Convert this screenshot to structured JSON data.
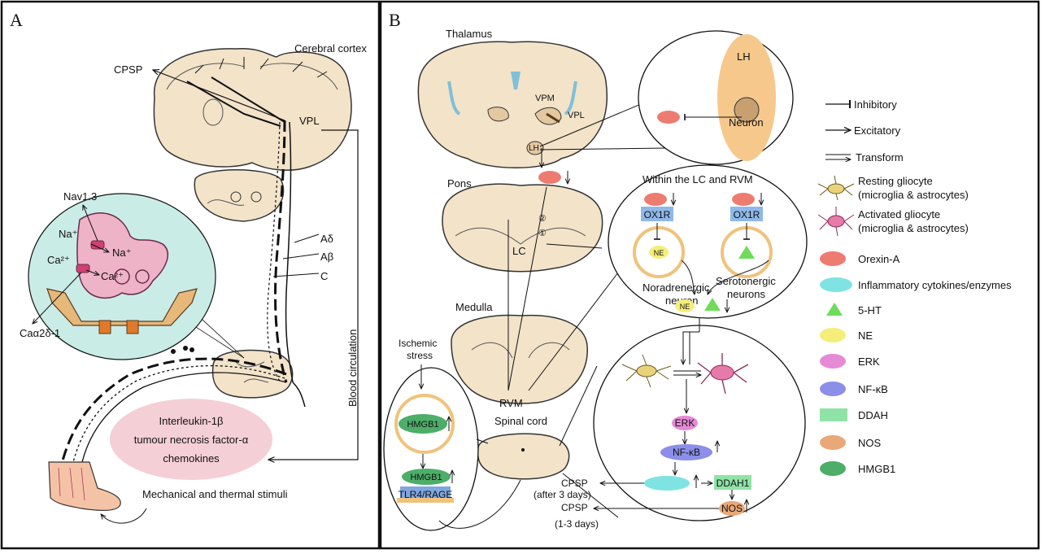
{
  "panelA": {
    "letter": "A",
    "labels": {
      "cerebral_cortex": "Cerebral cortex",
      "cpsp": "CPSP",
      "vpl": "VPL",
      "nav13": "Nav1.3",
      "na_in": "Na⁺",
      "na_out": "Na⁺",
      "ca_in": "Ca²⁺",
      "ca_out": "Ca²⁺",
      "ca_a2d1": "Caα2δ-1",
      "a_delta": "Aδ",
      "a_beta": "Aβ",
      "c_fiber": "C",
      "blood_circulation": "Blood circulation",
      "stimuli": "Mechanical and thermal stimuli"
    },
    "cytokines": [
      "Interleukin-1β",
      "tumour necrosis factor-α",
      "chemokines"
    ],
    "colors": {
      "cytokine_cloud": "#f3c7cf",
      "tissue": "#f2e3c9",
      "neuron": "#efb3c8",
      "synapse_bg": "#c9ece6"
    }
  },
  "panelB": {
    "letter": "B",
    "regions": {
      "thalamus": "Thalamus",
      "pons": "Pons",
      "medulla": "Medulla",
      "spinal_cord": "Spinal cord",
      "vpm": "VPM",
      "vpl": "VPL",
      "lh_small": "LH",
      "lc": "LC",
      "rvm": "RVM",
      "num1": "①",
      "num2": "②"
    },
    "lh_inset": {
      "lh": "LH",
      "neuron": "Neuron"
    },
    "lc_inset": {
      "title": "Within the LC and RVM",
      "receptor_left": "OX1R",
      "receptor_right": "OX1R",
      "ne": "NE",
      "ne_bottom": "NE",
      "noradrenergic": [
        "Noradrenergic",
        "neuron"
      ],
      "serotonergic": [
        "Serotonergic",
        "neurons"
      ]
    },
    "ischemic": {
      "stress": [
        "Ischemic",
        "stress"
      ],
      "hmgb1_top": "HMGB1",
      "hmgb1_bottom": "HMGB1",
      "receptor": "TLR4/RAGE"
    },
    "spinal_inset": {
      "erk": "ERK",
      "nfkb": "NF-κB",
      "ddah1": "DDAH1",
      "nos": "NOS",
      "cpsp_late": [
        "CPSP",
        "(after 3 days)"
      ],
      "cpsp_early": [
        "CPSP",
        "(1-3 days)"
      ]
    }
  },
  "legend": {
    "items": [
      {
        "label": "Inhibitory",
        "symbol": "inhibitory-arrow"
      },
      {
        "label": "Excitatory",
        "symbol": "excitatory-arrow"
      },
      {
        "label": "Transform",
        "symbol": "transform-arrow"
      },
      {
        "label": [
          "Resting gliocyte",
          "(microglia & astrocytes)"
        ],
        "symbol": "resting-gliocyte",
        "color": "#e9d27a"
      },
      {
        "label": [
          "Activated gliocyte",
          "(microglia & astrocytes)"
        ],
        "symbol": "activated-gliocyte",
        "color": "#e67aa8"
      },
      {
        "label": "Orexin-A",
        "symbol": "ellipse",
        "color": "#ee7b70"
      },
      {
        "label": "Inflammatory cytokines/enzymes",
        "symbol": "ellipse",
        "color": "#7fe3e3"
      },
      {
        "label": "5-HT",
        "symbol": "triangle",
        "color": "#6edc5a"
      },
      {
        "label": "NE",
        "symbol": "ellipse",
        "color": "#f4ee7a"
      },
      {
        "label": "ERK",
        "symbol": "ellipse",
        "color": "#e78ad6"
      },
      {
        "label": "NF-κB",
        "symbol": "ellipse",
        "color": "#8c8ee8"
      },
      {
        "label": "DDAH",
        "symbol": "rect",
        "color": "#8fe3a6"
      },
      {
        "label": "NOS",
        "symbol": "ellipse",
        "color": "#e9a878"
      },
      {
        "label": "HMGB1",
        "symbol": "ellipse",
        "color": "#4cae68"
      }
    ],
    "colors": {
      "ox1r": "#8fb8e8",
      "lh_fill": "#f6c88c",
      "ring": "#f0c27c",
      "receptor": "#7fa6df"
    }
  }
}
